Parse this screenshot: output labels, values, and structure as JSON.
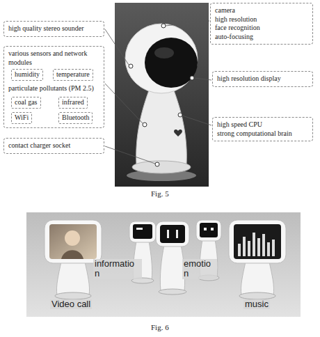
{
  "diagram": {
    "nodes": [
      {
        "text": [
          "high quality stereo sounder"
        ]
      },
      {
        "text": [
          "various sensors and network modules",
          "particulate pollutants (PM 2.5)"
        ]
      },
      {
        "text": [
          "humidity"
        ],
        "in": 1
      },
      {
        "text": [
          "temperature"
        ],
        "in": 1
      },
      {
        "text": [
          "coal gas"
        ],
        "in": 1
      },
      {
        "text": [
          "infrared"
        ],
        "in": 1
      },
      {
        "text": [
          "WiFi"
        ],
        "in": 1
      },
      {
        "text": [
          "Bluetooth"
        ],
        "in": 1
      },
      {
        "text": [
          "contact charger socket"
        ]
      },
      {
        "text": [
          "camera",
          "high resolution",
          "face recognition",
          "auto-focusing"
        ]
      },
      {
        "text": [
          "high resolution display"
        ]
      },
      {
        "text": [
          "high speed CPU",
          "strong computational brain"
        ]
      }
    ],
    "labels": [
      "Fig. 5",
      "Video call",
      "informatio n",
      "emotio n",
      "music",
      "Fig. 6"
    ]
  }
}
